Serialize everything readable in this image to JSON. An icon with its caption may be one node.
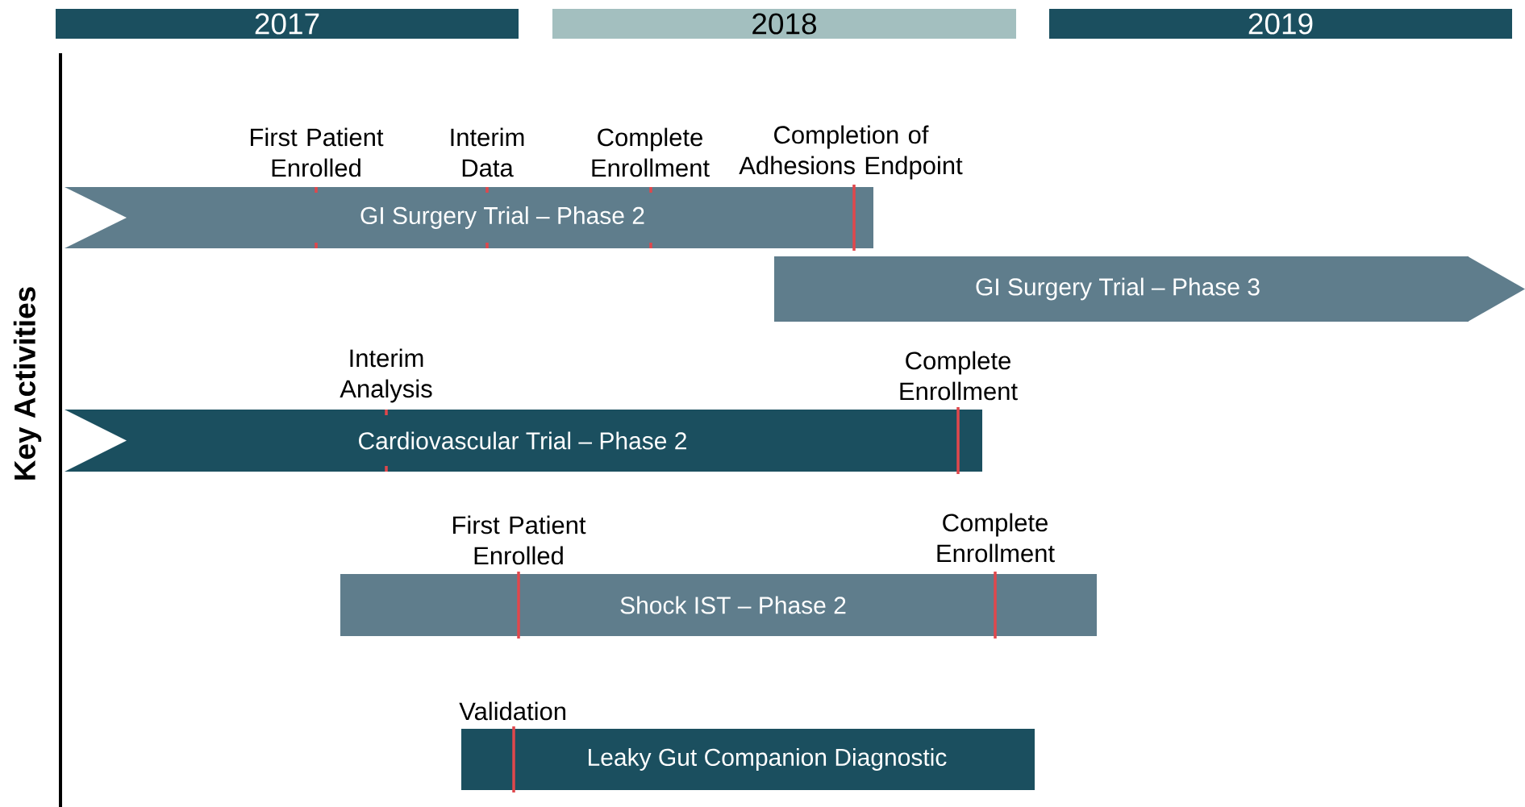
{
  "diagram": {
    "nodes": [
      {
        "text": [
          "2017"
        ]
      },
      {
        "text": [
          "2018"
        ]
      },
      {
        "text": [
          "2019"
        ]
      },
      {
        "text": [
          "GI Surgery Trial – Phase 2"
        ],
        "beside": [
          "First Patient Enrolled",
          "Interim Data",
          "Complete Enrollment",
          "Completion of Adhesions Endpoint"
        ]
      },
      {
        "text": [
          "GI Surgery Trial – Phase 3"
        ]
      },
      {
        "text": [
          "Cardiovascular Trial – Phase 2"
        ],
        "beside": [
          "Interim Analysis",
          "Complete Enrollment"
        ]
      },
      {
        "text": [
          "Shock IST – Phase 2"
        ],
        "beside": [
          "First Patient Enrolled",
          "Complete Enrollment"
        ]
      },
      {
        "text": [
          "Leaky Gut Companion Diagnostic"
        ],
        "beside": [
          "Validation"
        ]
      }
    ],
    "labels": [
      "Key Activities"
    ]
  }
}
